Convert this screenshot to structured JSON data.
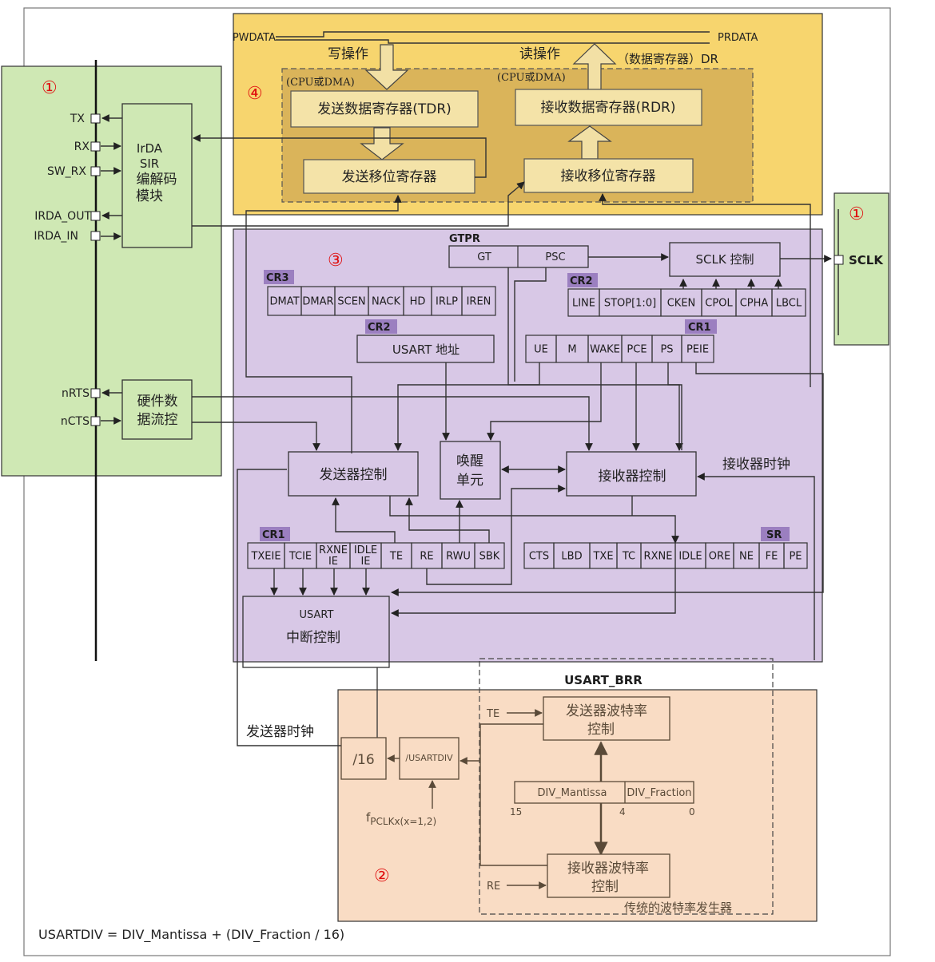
{
  "colors": {
    "green_region": "#cfe8b4",
    "yellow_region": "#f7d56e",
    "yellow_inner": "#dab45a",
    "purple_region": "#d8c8e6",
    "orange_region": "#f9dcc4",
    "reg_label_bg": "#9b7fc0",
    "marker_red": "#e01010"
  },
  "markers": {
    "m1_left": "①",
    "m1_right": "①",
    "m2": "②",
    "m3": "③",
    "m4": "④"
  },
  "pins": {
    "tx": "TX",
    "rx": "RX",
    "sw_rx": "SW_RX",
    "irda_out": "IRDA_OUT",
    "irda_in": "IRDA_IN",
    "nrts": "nRTS",
    "ncts": "nCTS",
    "sclk": "SCLK"
  },
  "irda": {
    "l1": "IrDA",
    "l2": "SIR",
    "l3": "编解码",
    "l4": "模块"
  },
  "flow": {
    "l1": "硬件数",
    "l2": "据流控"
  },
  "data_path": {
    "pwdata": "PWDATA",
    "prdata": "PRDATA",
    "write_op": "写操作",
    "read_op": "读操作",
    "dr_label": "（数据寄存器）DR",
    "cpu_dma_1": "(CPU或DMA)",
    "cpu_dma_2": "(CPU或DMA)",
    "tdr": "发送数据寄存器(TDR)",
    "rdr": "接收数据寄存器(RDR)",
    "tx_shift": "发送移位寄存器",
    "rx_shift": "接收移位寄存器"
  },
  "control": {
    "gtpr_label": "GTPR",
    "gt": "GT",
    "psc": "PSC",
    "sclk_ctrl": "SCLK 控制",
    "cr3_label": "CR3",
    "cr3_bits": [
      "DMAT",
      "DMAR",
      "SCEN",
      "NACK",
      "HD",
      "IRLP",
      "IREN"
    ],
    "cr2_label_a": "CR2",
    "cr2_bits": [
      "LINE",
      "STOP[1:0]",
      "CKEN",
      "CPOL",
      "CPHA",
      "LBCL"
    ],
    "cr2_label_b": "CR2",
    "usart_addr": "USART 地址",
    "cr1_label_a": "CR1",
    "cr1_bits_a": [
      "UE",
      "M",
      "WAKE",
      "PCE",
      "PS",
      "PEIE"
    ],
    "tx_ctrl": "发送器控制",
    "wake_l1": "唤醒",
    "wake_l2": "单元",
    "rx_ctrl": "接收器控制",
    "rx_clock": "接收器时钟",
    "cr1_label_b": "CR1",
    "cr1_bits_b": [
      "TXEIE",
      "TCIE",
      "RXNE\nIE",
      "IDLE\nIE",
      "TE",
      "RE",
      "RWU",
      "SBK"
    ],
    "sr_label": "SR",
    "sr_bits": [
      "CTS",
      "LBD",
      "TXE",
      "TC",
      "RXNE",
      "IDLE",
      "ORE",
      "NE",
      "FE",
      "PE"
    ],
    "int_l1": "USART",
    "int_l2": "中断控制"
  },
  "baud": {
    "brr_label": "USART_BRR",
    "tx_clock": "发送器时钟",
    "div16": "/16",
    "usartdiv": "/USARTDIV",
    "fpclk_main": "f",
    "fpclk_sub": "PCLKx(x=1,2)",
    "te": "TE",
    "re": "RE",
    "tx_baud_l1": "发送器波特率",
    "tx_baud_l2": "控制",
    "rx_baud_l1": "接收器波特率",
    "rx_baud_l2": "控制",
    "mantissa": "DIV_Mantissa",
    "fraction": "DIV_Fraction",
    "bit15": "15",
    "bit4": "4",
    "bit0": "0",
    "traditional": "传统的波特率发生器"
  },
  "formula": "USARTDIV = DIV_Mantissa + (DIV_Fraction / 16)"
}
